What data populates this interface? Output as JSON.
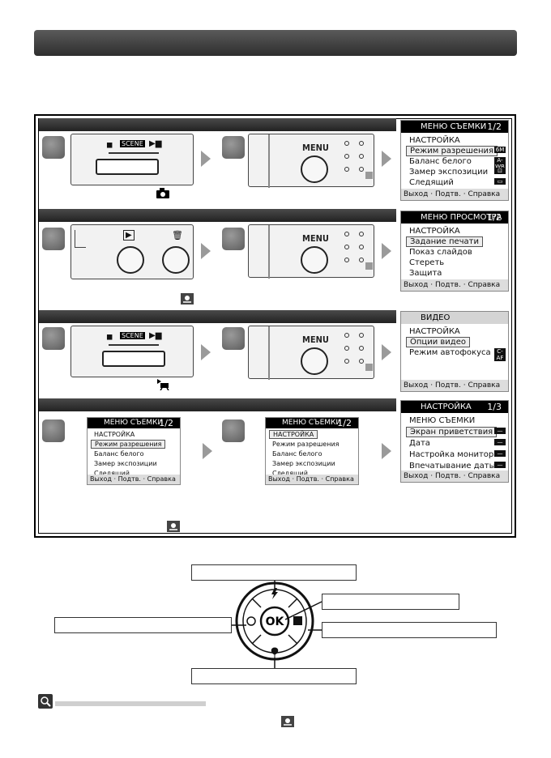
{
  "icons": {
    "title_bar": "title-bar",
    "camera_mode": "camera-icon",
    "video_mode": "movie-camera-icon",
    "macro_ref": "macro-flower-icon",
    "note": "magnifier-note-icon"
  },
  "mode_dial": {
    "scene_label": "SCENE"
  },
  "menu_button": {
    "label": "MENU"
  },
  "screens": {
    "shooting": {
      "title": "МЕНЮ СЪЕМКИ",
      "page": "1/2",
      "items": [
        "НАСТРОЙКА",
        "Режим разрешения",
        "Баланс белого",
        "Замер экспозиции",
        "Следящий"
      ],
      "side": [
        "6M",
        "A-WB",
        "⊡",
        "▭"
      ]
    },
    "playback": {
      "title": "МЕНЮ ПРОСМОТРА",
      "page": "1/2",
      "items": [
        "НАСТРОЙКА",
        "Задание печати",
        "Показ слайдов",
        "Стереть",
        "Защита"
      ]
    },
    "video": {
      "title": "ВИДЕО",
      "items": [
        "НАСТРОЙКА",
        "Опции видео",
        "Режим автофокуса"
      ],
      "side": [
        "C-AF"
      ]
    },
    "setup": {
      "title": "НАСТРОЙКА",
      "page": "1/3",
      "items": [
        "МЕНЮ СЪЕМКИ",
        "Экран приветствия",
        "Дата",
        "Настройка монитора",
        "Впечатывание даты"
      ],
      "side": [
        "—",
        "—",
        "—",
        "—"
      ]
    },
    "footer": {
      "exit": "Выход",
      "confirm": "Подтв.",
      "help": "Справка"
    }
  },
  "dpad": {
    "center": "OK"
  }
}
